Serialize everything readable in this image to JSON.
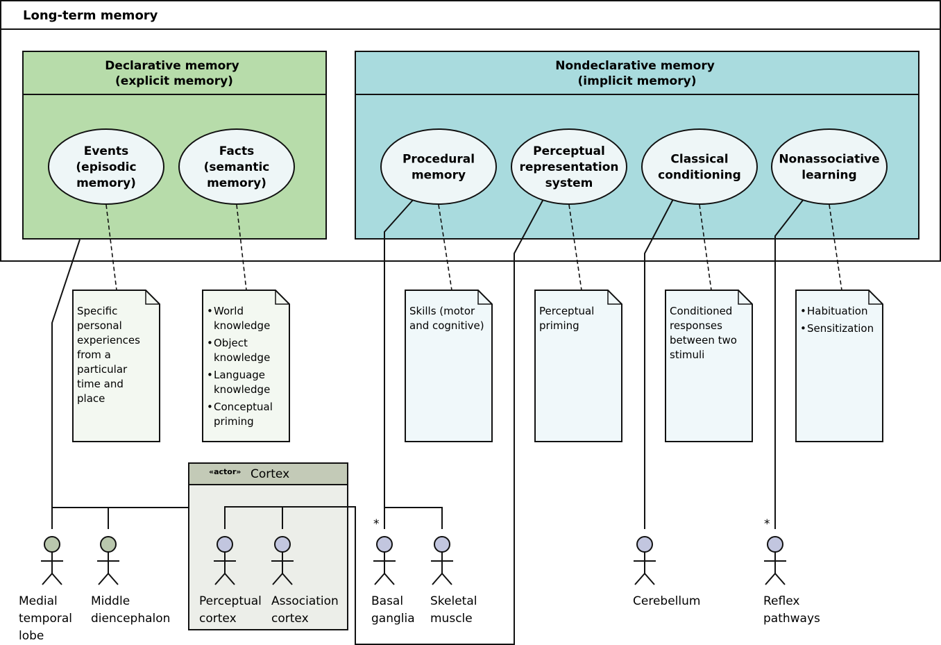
{
  "package": {
    "title": "Long-term memory"
  },
  "groups": {
    "declarative": {
      "title": [
        "Declarative memory",
        "(explicit memory)"
      ],
      "fill": "#b7dcaa"
    },
    "nondeclarative": {
      "title": [
        "Nondeclarative memory",
        "(implicit memory)"
      ],
      "fill": "#a9dbde"
    }
  },
  "use_cases": [
    {
      "id": "events",
      "lines": [
        "Events",
        "(episodic",
        "memory)"
      ]
    },
    {
      "id": "facts",
      "lines": [
        "Facts",
        "(semantic",
        "memory)"
      ]
    },
    {
      "id": "procedural",
      "lines": [
        "Procedural",
        "memory"
      ]
    },
    {
      "id": "perceptual-rep",
      "lines": [
        "Perceptual",
        "representation",
        "system"
      ]
    },
    {
      "id": "classical",
      "lines": [
        "Classical",
        "conditioning"
      ]
    },
    {
      "id": "nonassociative",
      "lines": [
        "Nonassociative",
        "learning"
      ]
    }
  ],
  "notes": [
    {
      "id": "events-note",
      "lines": [
        "Specific",
        "personal",
        "experiences",
        "from a",
        "particular",
        "time and",
        "place"
      ]
    },
    {
      "id": "facts-note",
      "bullets": [
        [
          "World",
          "knowledge"
        ],
        [
          "Object",
          "knowledge"
        ],
        [
          "Language",
          "knowledge"
        ],
        [
          "Conceptual",
          "priming"
        ]
      ]
    },
    {
      "id": "procedural-note",
      "lines": [
        "Skills (motor",
        "and cognitive)"
      ]
    },
    {
      "id": "perceptual-note",
      "lines": [
        "Perceptual",
        "priming"
      ]
    },
    {
      "id": "classical-note",
      "lines": [
        "Conditioned",
        "responses",
        "between two",
        "stimuli"
      ]
    },
    {
      "id": "nonassociative-note",
      "bullets": [
        [
          "Habituation"
        ],
        [
          "Sensitization"
        ]
      ]
    }
  ],
  "cortex": {
    "stereotype": "«actor»",
    "name": "Cortex"
  },
  "actors": [
    {
      "id": "medial-temporal-lobe",
      "lines": [
        "Medial",
        "temporal",
        "lobe"
      ],
      "color": "#b9c7ad"
    },
    {
      "id": "middle-diencephalon",
      "lines": [
        "Middle",
        "diencephalon"
      ],
      "color": "#b9c7ad"
    },
    {
      "id": "perceptual-cortex",
      "lines": [
        "Perceptual",
        "cortex"
      ],
      "color": "#c2c6df"
    },
    {
      "id": "association-cortex",
      "lines": [
        "Association",
        "cortex"
      ],
      "color": "#c2c6df"
    },
    {
      "id": "basal-ganglia",
      "lines": [
        "Basal",
        "ganglia"
      ],
      "color": "#c2c6df"
    },
    {
      "id": "skeletal-muscle",
      "lines": [
        "Skeletal",
        "muscle"
      ],
      "color": "#c2c6df"
    },
    {
      "id": "cerebellum",
      "lines": [
        "Cerebellum"
      ],
      "color": "#c2c6df"
    },
    {
      "id": "reflex-pathways",
      "lines": [
        "Reflex",
        "pathways"
      ],
      "color": "#c2c6df"
    }
  ],
  "multiplicity": "*"
}
